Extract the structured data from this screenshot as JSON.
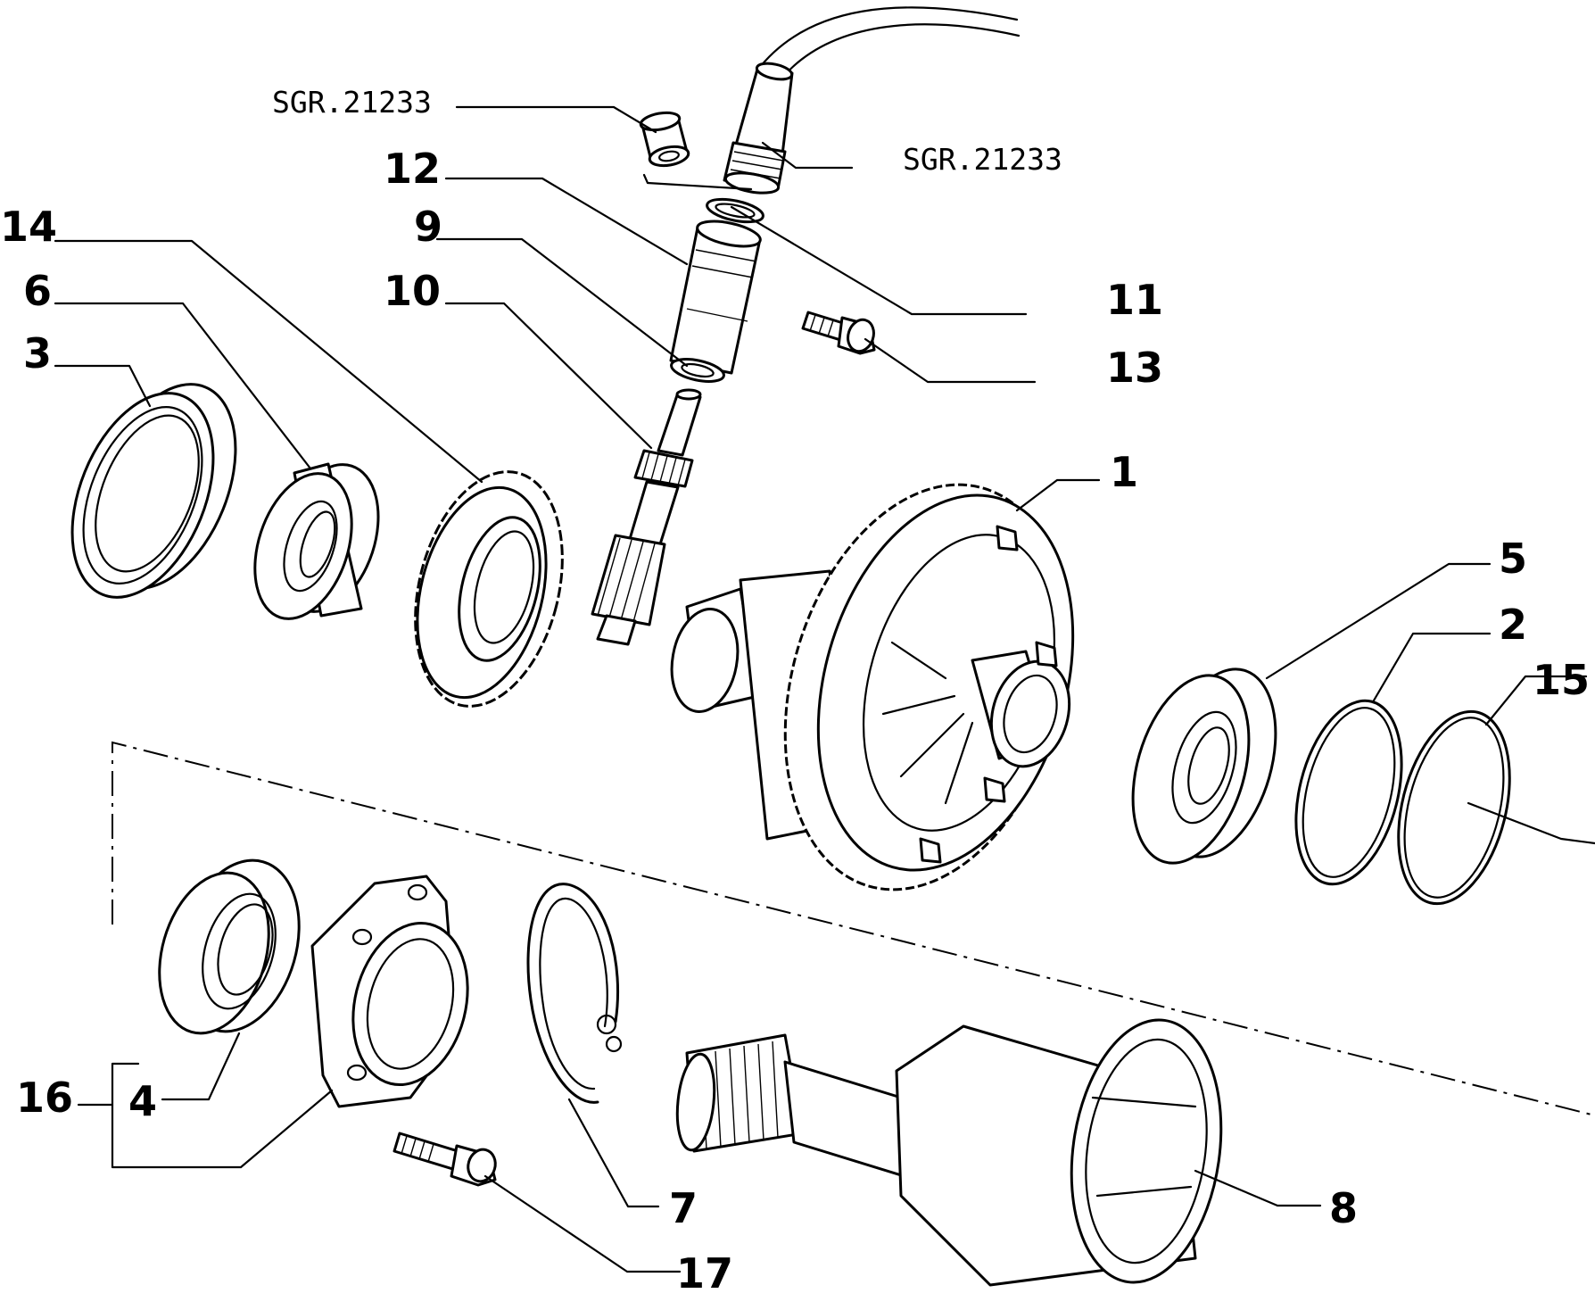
{
  "diagram": {
    "background": "#ffffff",
    "ink": "#000000",
    "callouts": {
      "p1": "1",
      "p2": "2",
      "p3": "3",
      "p4": "4",
      "p5": "5",
      "p6": "6",
      "p7": "7",
      "p8": "8",
      "p9": "9",
      "p10": "10",
      "p11": "11",
      "p12": "12",
      "p13": "13",
      "p14": "14",
      "p15": "15",
      "p16": "16",
      "p17": "17"
    },
    "tool_refs": {
      "left": "SGR.21233",
      "right": "SGR.21233"
    }
  }
}
